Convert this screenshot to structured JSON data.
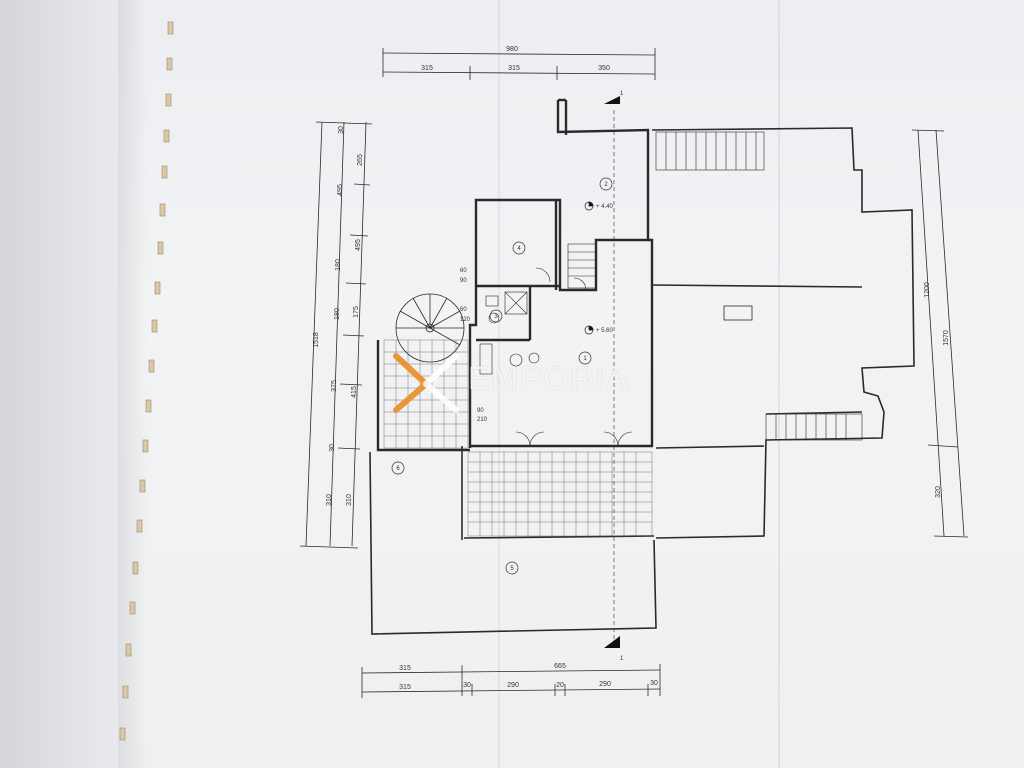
{
  "plan": {
    "top_total": "980",
    "top_segments": [
      "315",
      "315",
      "350"
    ],
    "bottom_total_a": "315",
    "bottom_total_b": "665",
    "bottom_segments": [
      "315",
      "30",
      "290",
      "20",
      "290",
      "30"
    ],
    "left_total": "1518",
    "left_segments": [
      "30",
      "265",
      "495",
      "495",
      "180",
      "180",
      "175",
      "375",
      "415",
      "30",
      "310",
      "310"
    ],
    "right_total": "1570",
    "right_segments": [
      "1200",
      "320"
    ],
    "room_numbers": [
      "1",
      "2",
      "3",
      "4",
      "5",
      "6"
    ],
    "levels": [
      "+ 4.40",
      "+ 5.60"
    ],
    "small_dims": [
      "60",
      "90",
      "60",
      "120",
      "90",
      "210"
    ],
    "section_mark": "1"
  },
  "watermark": {
    "text": "EMPORIA",
    "logo": "X"
  }
}
